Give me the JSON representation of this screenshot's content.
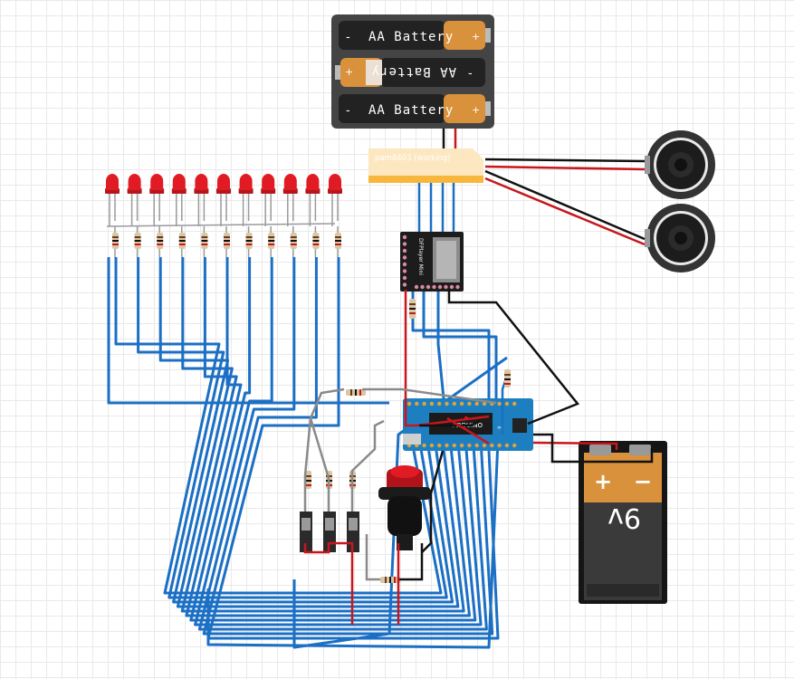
{
  "batteries": [
    {
      "label": "AA Battery",
      "minus": "-",
      "plus": "+"
    },
    {
      "label": "AA Battery",
      "minus": "-",
      "plus": "+"
    },
    {
      "label": "AA Battery",
      "minus": "-",
      "plus": "+"
    }
  ],
  "amplifier": {
    "label": "pam8403 (working)"
  },
  "dfplayer": {
    "label": "DFPlayer Mini"
  },
  "battery9v": {
    "plus": "+",
    "minus": "−",
    "voltage": "9v"
  },
  "arduino": {
    "chip_label": "ARDUINO",
    "icon_label": "∞"
  },
  "led_count": 11,
  "colors": {
    "wire_blue": "#1b6fc4",
    "wire_red": "#c8161d",
    "wire_black": "#111111",
    "wire_gray": "#8a8a8a",
    "led_red": "#e01b24",
    "board_blue": "#1e7fc0",
    "amp_body": "#fde7c0",
    "amp_strip": "#f6b73c",
    "battery_copper": "#d9913c",
    "battery_9v_body": "#3a3a3a"
  }
}
